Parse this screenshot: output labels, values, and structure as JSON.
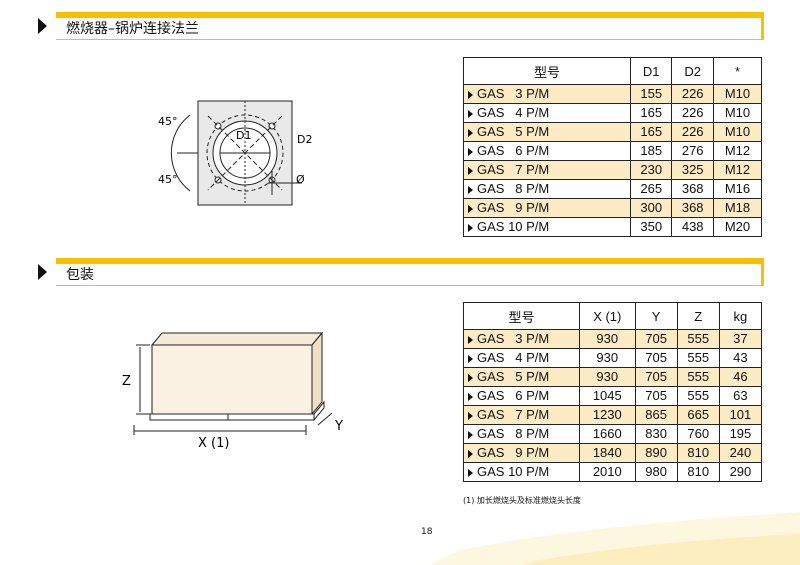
{
  "section1": {
    "title": "燃烧器–锅炉连接法兰"
  },
  "section2": {
    "title": "包装"
  },
  "flange_diagram": {
    "angle_top": "45°",
    "angle_bottom": "45°",
    "d1": "D1",
    "d2": "D2",
    "phi": "Ø"
  },
  "package_diagram": {
    "z": "Z",
    "x": "X (1)",
    "y": "Y"
  },
  "flange_table": {
    "headers": [
      "型号",
      "D1",
      "D2",
      "*"
    ],
    "rows": [
      [
        "GAS   3 P/M",
        "155",
        "226",
        "M10"
      ],
      [
        "GAS   4 P/M",
        "165",
        "226",
        "M10"
      ],
      [
        "GAS   5 P/M",
        "165",
        "226",
        "M10"
      ],
      [
        "GAS   6 P/M",
        "185",
        "276",
        "M12"
      ],
      [
        "GAS   7 P/M",
        "230",
        "325",
        "M12"
      ],
      [
        "GAS   8 P/M",
        "265",
        "368",
        "M16"
      ],
      [
        "GAS   9 P/M",
        "300",
        "368",
        "M18"
      ],
      [
        "GAS 10 P/M",
        "350",
        "438",
        "M20"
      ]
    ]
  },
  "package_table": {
    "headers": [
      "型号",
      "X (1)",
      "Y",
      "Z",
      "kg"
    ],
    "rows": [
      [
        "GAS   3 P/M",
        "930",
        "705",
        "555",
        "37"
      ],
      [
        "GAS   4 P/M",
        "930",
        "705",
        "555",
        "43"
      ],
      [
        "GAS   5 P/M",
        "930",
        "705",
        "555",
        "46"
      ],
      [
        "GAS   6 P/M",
        "1045",
        "705",
        "555",
        "63"
      ],
      [
        "GAS   7 P/M",
        "1230",
        "865",
        "665",
        "101"
      ],
      [
        "GAS   8 P/M",
        "1660",
        "830",
        "760",
        "195"
      ],
      [
        "GAS   9 P/M",
        "1840",
        "890",
        "810",
        "240"
      ],
      [
        "GAS 10 P/M",
        "2010",
        "980",
        "810",
        "290"
      ]
    ]
  },
  "footnote": "(1) 加长燃烧头及标准燃烧头长度",
  "page_number": "18",
  "colors": {
    "accent": "#f6c200",
    "row_highlight": "#fdebc5"
  }
}
